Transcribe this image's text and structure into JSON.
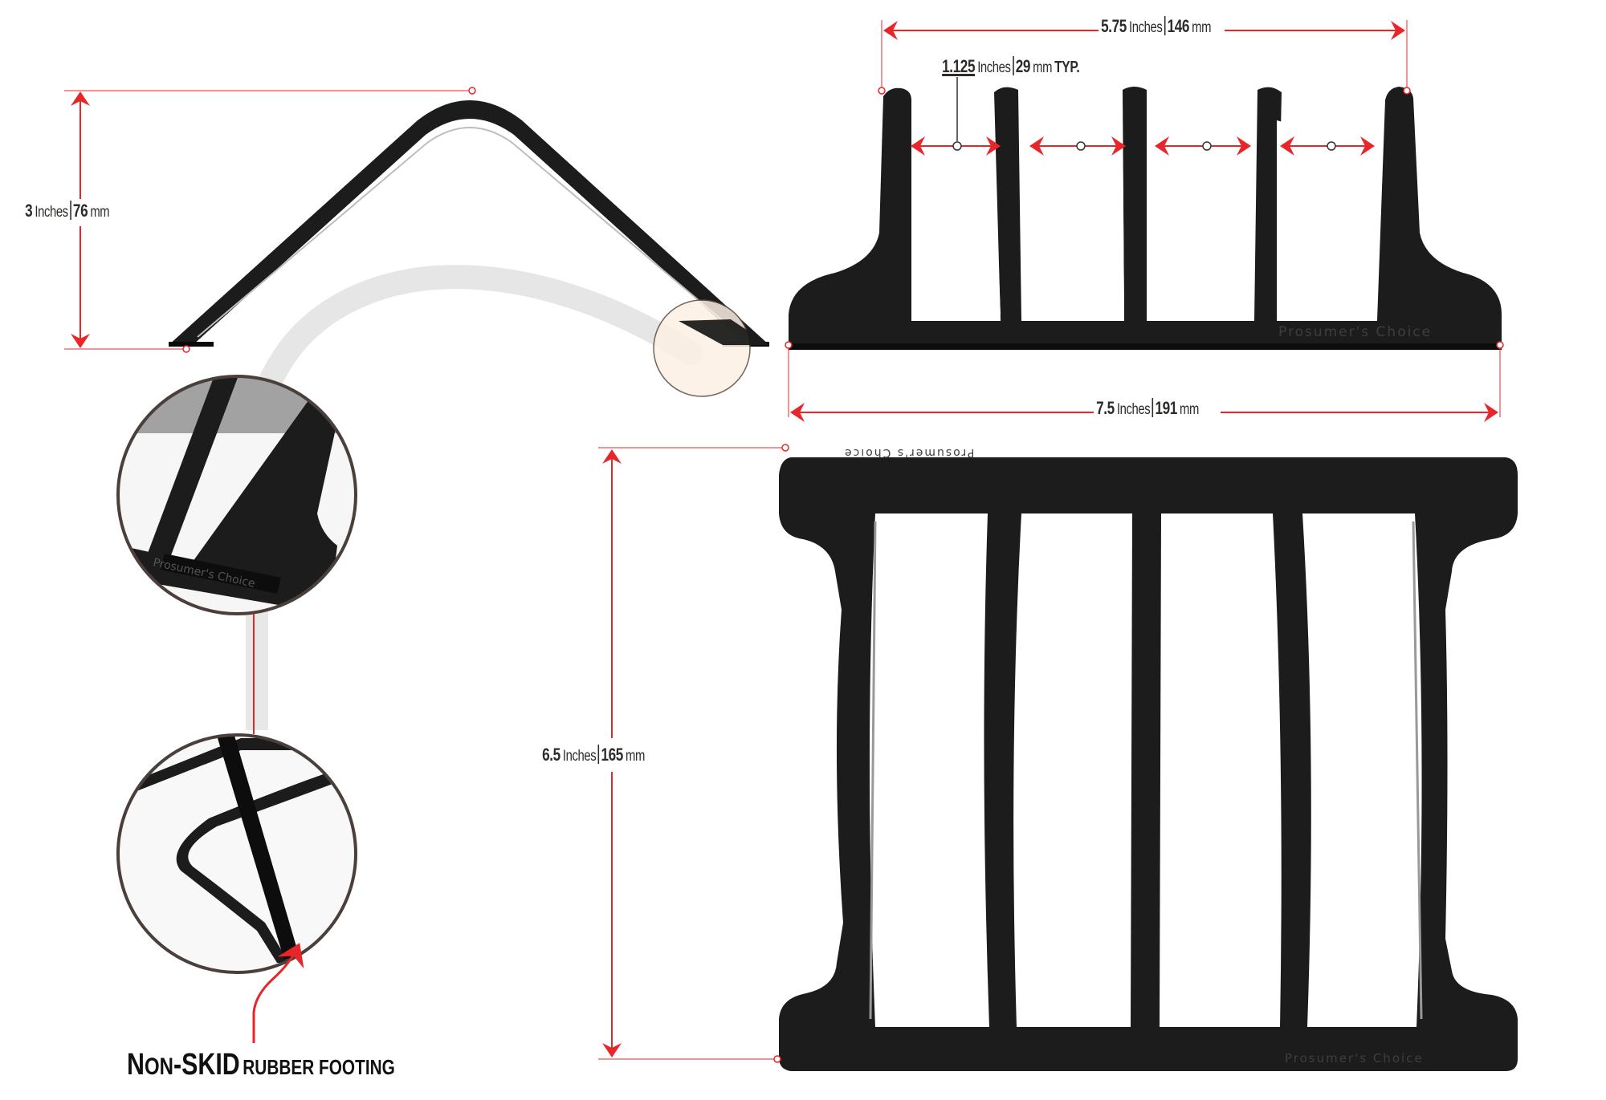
{
  "brand_etching": "Prosumer's Choice",
  "dimensions": {
    "height": {
      "value": "3",
      "unit_in": "Inches",
      "mm_value": "76",
      "unit_mm": "mm"
    },
    "outer_width": {
      "value": "5.75",
      "unit_in": "Inches",
      "mm_value": "146",
      "unit_mm": "mm"
    },
    "slot_spacing": {
      "value": "1.125",
      "unit_in": "Inches",
      "mm_value": "29",
      "unit_mm": "mm",
      "suffix": "TYP."
    },
    "base_length": {
      "value": "7.5",
      "unit_in": "Inches",
      "mm_value": "191",
      "unit_mm": "mm"
    },
    "depth": {
      "value": "6.5",
      "unit_in": "Inches",
      "mm_value": "165",
      "unit_mm": "mm"
    }
  },
  "caption": {
    "part1_big": "N",
    "part1_small": "ON",
    "part2": "-SKID",
    "part3": "RUBBER FOOTING"
  },
  "views": [
    "side-profile",
    "front-view",
    "top-view",
    "detail-corner-logo",
    "detail-rubber-foot"
  ],
  "colors": {
    "dimension_line": "#e8262a",
    "product": "#1c1c1c",
    "text": "#2f2b29",
    "detail_ring": "#4a3f3a",
    "highlight_fill": "#fdf0e3"
  }
}
